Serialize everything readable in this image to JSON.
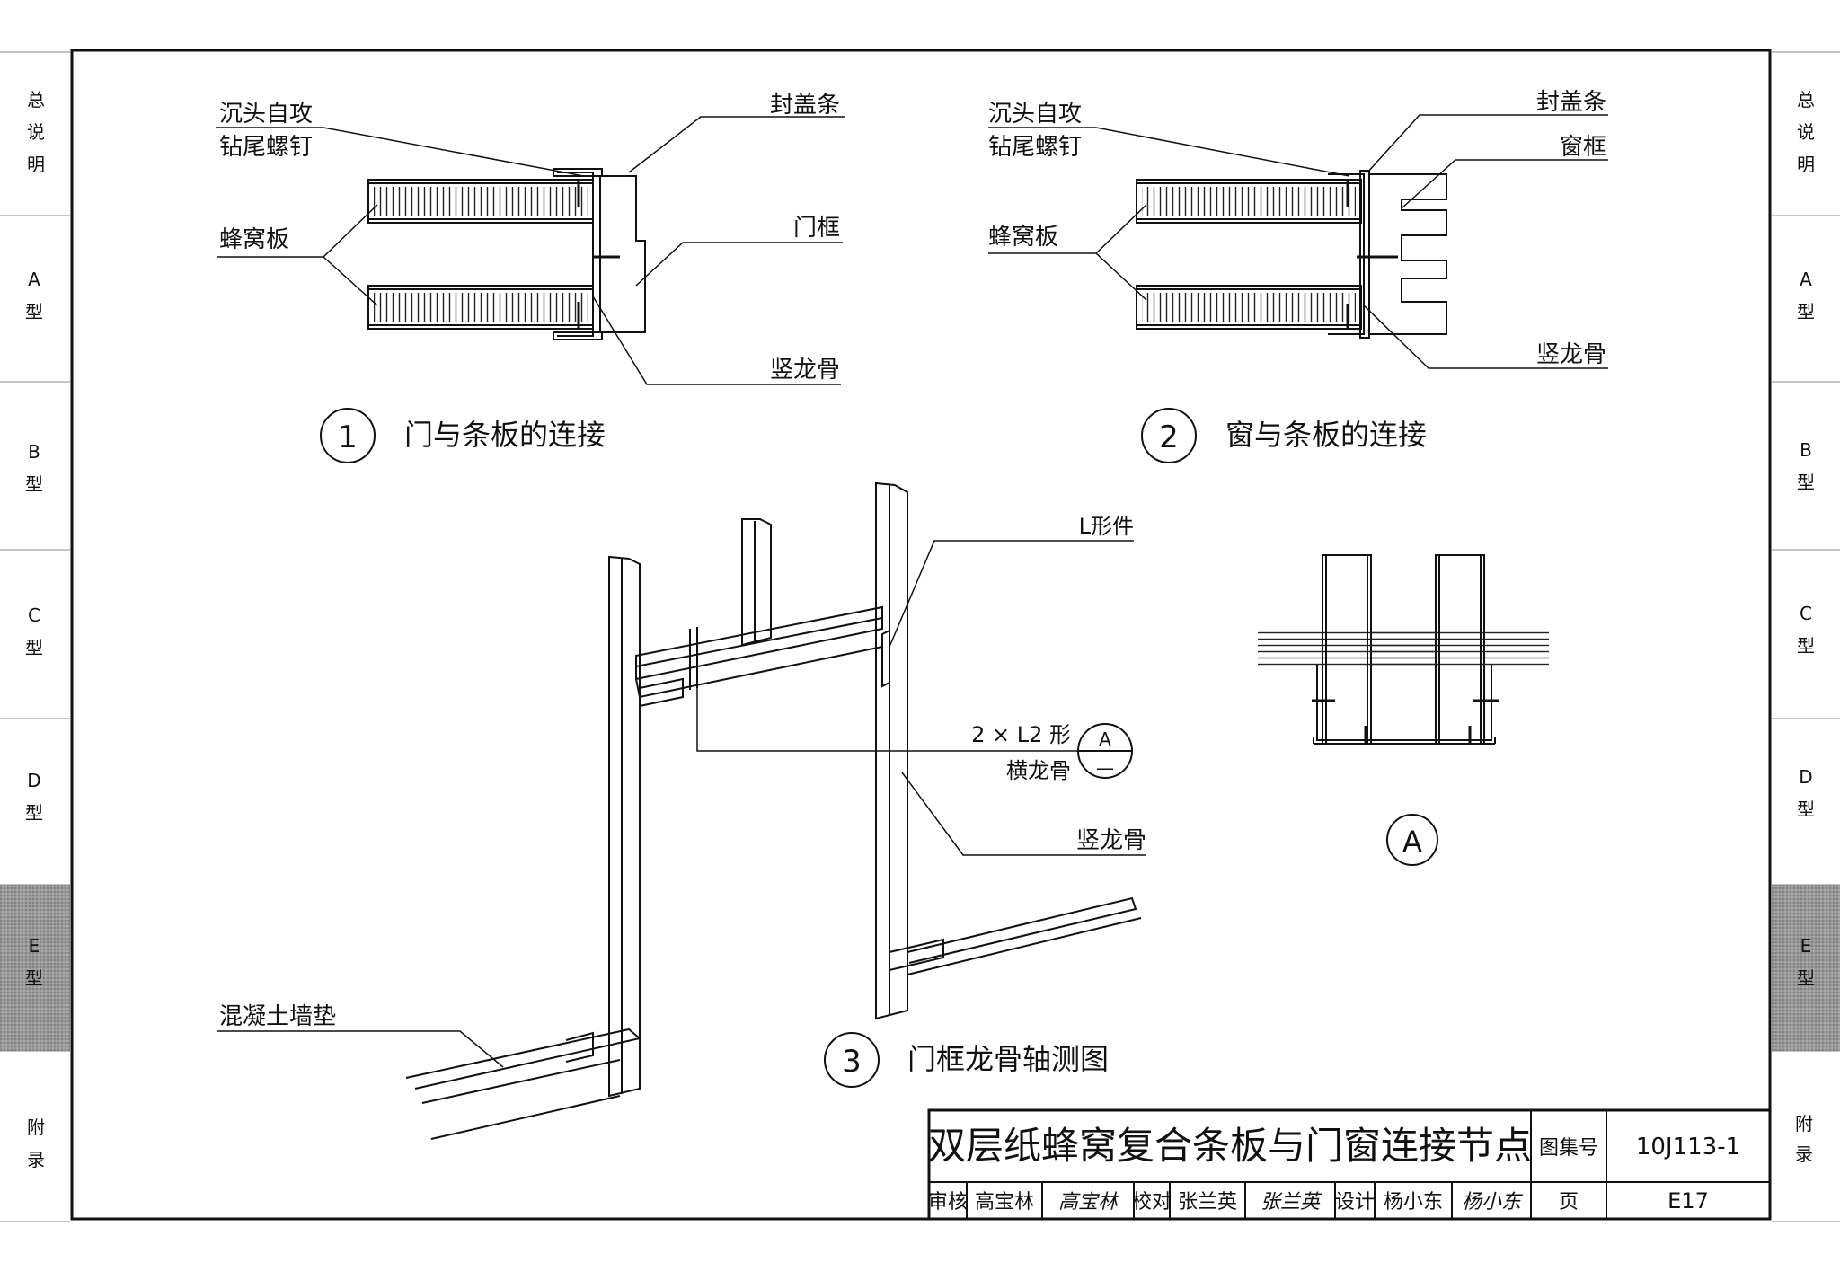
{
  "side_tabs": [
    {
      "label": "总说明",
      "active": false
    },
    {
      "label": "A型",
      "active": false
    },
    {
      "label": "B型",
      "active": false
    },
    {
      "label": "C型",
      "active": false
    },
    {
      "label": "D型",
      "active": false
    },
    {
      "label": "E型",
      "active": true
    },
    {
      "label": "附录",
      "active": false
    }
  ],
  "detail1": {
    "number": "1",
    "title": "门与条板的连接",
    "label_screw_line1": "沉头自攻",
    "label_screw_line2": "钻尾螺钉",
    "label_cover": "封盖条",
    "label_panel": "蜂窝板",
    "label_frame": "门框",
    "label_stud": "竖龙骨"
  },
  "detail2": {
    "number": "2",
    "title": "窗与条板的连接",
    "label_screw_line1": "沉头自攻",
    "label_screw_line2": "钻尾螺钉",
    "label_cover": "封盖条",
    "label_frame": "窗框",
    "label_panel": "蜂窝板",
    "label_stud": "竖龙骨"
  },
  "detail3": {
    "number": "3",
    "title": "门框龙骨轴测图",
    "label_lpiece": "L形件",
    "label_runner_line1": "2 × L2 形",
    "label_runner_line2": "横龙骨",
    "label_stud": "竖龙骨",
    "label_base": "混凝土墙垫",
    "ref_top": "A",
    "ref_bottom": "—"
  },
  "detailA": {
    "label": "A"
  },
  "title_block": {
    "title": "双层纸蜂窝复合条板与门窗连接节点",
    "atlas_label": "图集号",
    "atlas_no": "10J113-1",
    "review_label": "审核",
    "reviewer": "高宝林",
    "reviewer_sig": "高宝林",
    "check_label": "校对",
    "checker": "张兰英",
    "checker_sig": "张兰英",
    "design_label": "设计",
    "designer": "杨小东",
    "designer_sig": "杨小东",
    "page_label": "页",
    "page_no": "E17"
  }
}
